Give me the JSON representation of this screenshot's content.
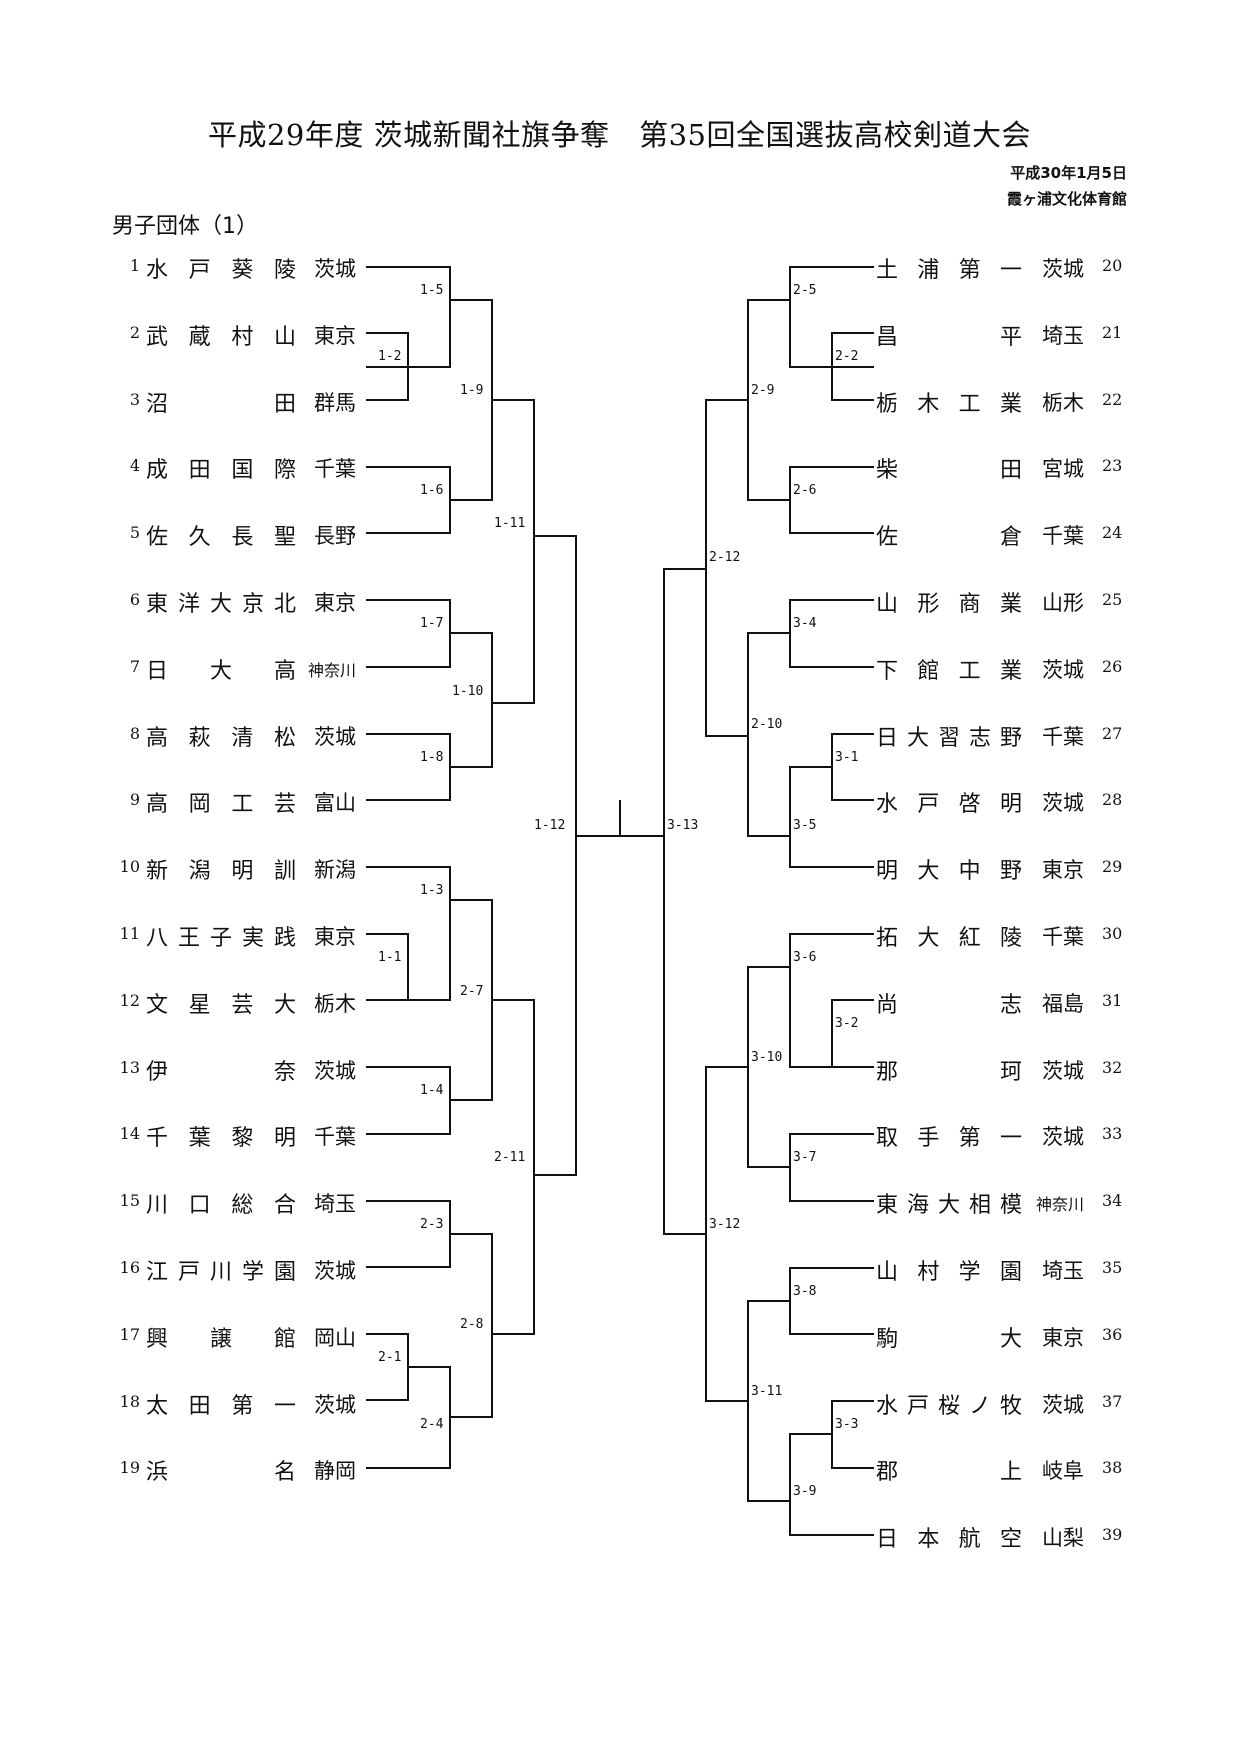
{
  "header": {
    "title": "平成29年度 茨城新聞社旗争奪　第35回全国選抜高校剣道大会",
    "date": "平成30年1月5日",
    "venue": "霞ヶ浦文化体育館",
    "section": "男子団体（1）"
  },
  "left_teams": [
    {
      "seed": "1",
      "name": "水戸葵陵",
      "pref": "茨城"
    },
    {
      "seed": "2",
      "name": "武蔵村山",
      "pref": "東京"
    },
    {
      "seed": "3",
      "name": "沼田",
      "pref": "群馬"
    },
    {
      "seed": "4",
      "name": "成田国際",
      "pref": "千葉"
    },
    {
      "seed": "5",
      "name": "佐久長聖",
      "pref": "長野"
    },
    {
      "seed": "6",
      "name": "東洋大京北",
      "pref": "東京"
    },
    {
      "seed": "7",
      "name": "日大高",
      "pref": "神奈川"
    },
    {
      "seed": "8",
      "name": "高萩清松",
      "pref": "茨城"
    },
    {
      "seed": "9",
      "name": "高岡工芸",
      "pref": "富山"
    },
    {
      "seed": "10",
      "name": "新潟明訓",
      "pref": "新潟"
    },
    {
      "seed": "11",
      "name": "八王子実践",
      "pref": "東京"
    },
    {
      "seed": "12",
      "name": "文星芸大",
      "pref": "栃木"
    },
    {
      "seed": "13",
      "name": "伊奈",
      "pref": "茨城"
    },
    {
      "seed": "14",
      "name": "千葉黎明",
      "pref": "千葉"
    },
    {
      "seed": "15",
      "name": "川口総合",
      "pref": "埼玉"
    },
    {
      "seed": "16",
      "name": "江戸川学園",
      "pref": "茨城"
    },
    {
      "seed": "17",
      "name": "興譲館",
      "pref": "岡山"
    },
    {
      "seed": "18",
      "name": "太田第一",
      "pref": "茨城"
    },
    {
      "seed": "19",
      "name": "浜名",
      "pref": "静岡"
    }
  ],
  "right_teams": [
    {
      "seed": "20",
      "name": "土浦第一",
      "pref": "茨城"
    },
    {
      "seed": "21",
      "name": "昌平",
      "pref": "埼玉"
    },
    {
      "seed": "22",
      "name": "栃木工業",
      "pref": "栃木"
    },
    {
      "seed": "23",
      "name": "柴田",
      "pref": "宮城"
    },
    {
      "seed": "24",
      "name": "佐倉",
      "pref": "千葉"
    },
    {
      "seed": "25",
      "name": "山形商業",
      "pref": "山形"
    },
    {
      "seed": "26",
      "name": "下館工業",
      "pref": "茨城"
    },
    {
      "seed": "27",
      "name": "日大習志野",
      "pref": "千葉"
    },
    {
      "seed": "28",
      "name": "水戸啓明",
      "pref": "茨城"
    },
    {
      "seed": "29",
      "name": "明大中野",
      "pref": "東京"
    },
    {
      "seed": "30",
      "name": "拓大紅陵",
      "pref": "千葉"
    },
    {
      "seed": "31",
      "name": "尚志",
      "pref": "福島"
    },
    {
      "seed": "32",
      "name": "那珂",
      "pref": "茨城"
    },
    {
      "seed": "33",
      "name": "取手第一",
      "pref": "茨城"
    },
    {
      "seed": "34",
      "name": "東海大相模",
      "pref": "神奈川"
    },
    {
      "seed": "35",
      "name": "山村学園",
      "pref": "埼玉"
    },
    {
      "seed": "36",
      "name": "駒大",
      "pref": "東京"
    },
    {
      "seed": "37",
      "name": "水戸桜ノ牧",
      "pref": "茨城"
    },
    {
      "seed": "38",
      "name": "郡上",
      "pref": "岐阜"
    },
    {
      "seed": "39",
      "name": "日本航空",
      "pref": "山梨"
    }
  ],
  "matches": {
    "m1_1": "1-1",
    "m1_2": "1-2",
    "m1_3": "1-3",
    "m1_4": "1-4",
    "m1_5": "1-5",
    "m1_6": "1-6",
    "m1_7": "1-7",
    "m1_8": "1-8",
    "m1_9": "1-9",
    "m1_10": "1-10",
    "m1_11": "1-11",
    "m1_12": "1-12",
    "m2_1": "2-1",
    "m2_2": "2-2",
    "m2_3": "2-3",
    "m2_4": "2-4",
    "m2_5": "2-5",
    "m2_6": "2-6",
    "m2_7": "2-7",
    "m2_8": "2-8",
    "m2_9": "2-9",
    "m2_10": "2-10",
    "m2_11": "2-11",
    "m2_12": "2-12",
    "m3_1": "3-1",
    "m3_2": "3-2",
    "m3_3": "3-3",
    "m3_4": "3-4",
    "m3_5": "3-5",
    "m3_6": "3-6",
    "m3_7": "3-7",
    "m3_8": "3-8",
    "m3_9": "3-9",
    "m3_10": "3-10",
    "m3_11": "3-11",
    "m3_12": "3-12",
    "m3_13": "3-13"
  }
}
